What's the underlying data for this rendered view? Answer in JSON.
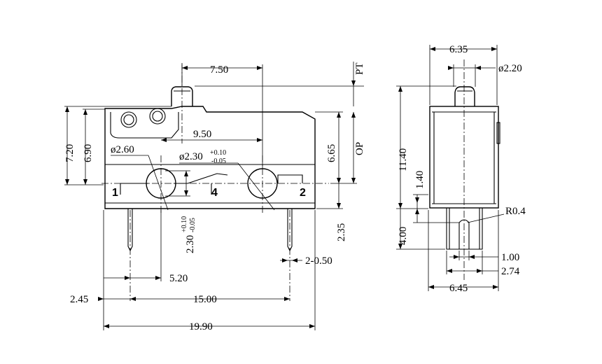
{
  "front_view": {
    "dim_7_50": "7.50",
    "dim_pt": "PT",
    "dim_7_20": "7.20",
    "dim_6_90": "6.90",
    "dim_9_50": "9.50",
    "dim_phi_2_60": "ø2.60",
    "dim_phi_2_30": "ø2.30",
    "tol_upper_a": "+0.10",
    "tol_lower_a": "-0.05",
    "dim_6_65": "6.65",
    "dim_op": "OP",
    "dim_2_30": "2.30",
    "tol_upper_b": "+0.10",
    "tol_lower_b": "-0.05",
    "dim_2_35": "2.35",
    "dim_5_20": "5.20",
    "dim_2_0_50": "2-0.50",
    "dim_2_45": "2.45",
    "dim_15_00": "15.00",
    "dim_19_90": "19.90",
    "terminal_1": "1",
    "terminal_4": "4",
    "terminal_2": "2"
  },
  "side_view": {
    "dim_6_35": "6.35",
    "dim_phi_2_20": "ø2.20",
    "dim_11_40": "11.40",
    "dim_1_40": "1.40",
    "dim_4_00": "4.00",
    "dim_r0_4": "R0.4",
    "dim_1_00": "1.00",
    "dim_2_74": "2.74",
    "dim_6_45": "6.45"
  }
}
